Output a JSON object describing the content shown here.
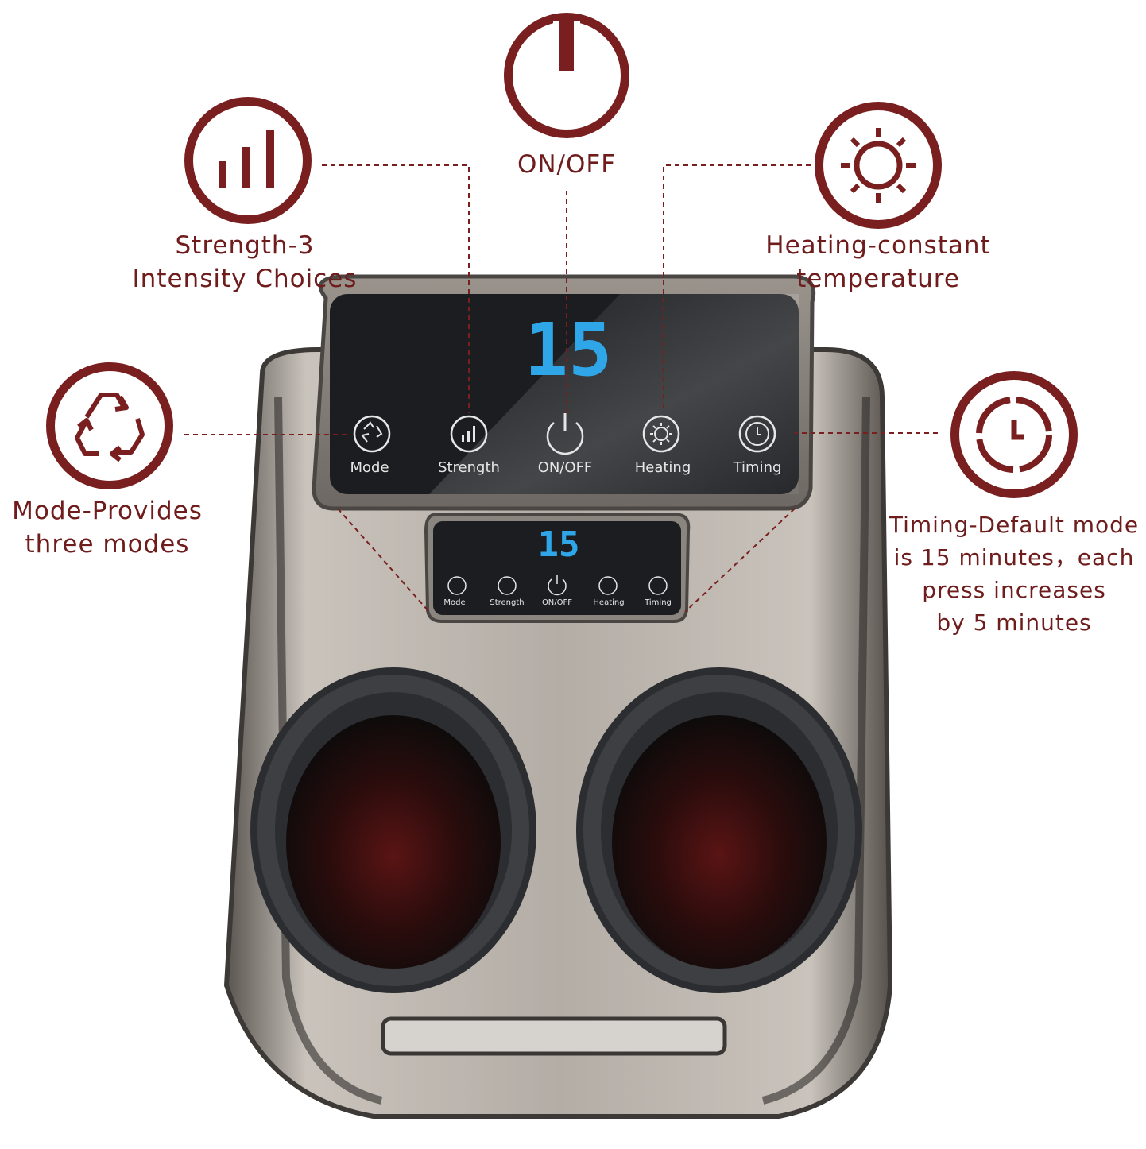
{
  "colors": {
    "accent": "#7a1f1f",
    "digits": "#2fa6e8",
    "panel": "#1b1d20",
    "body": "#b8b2ab"
  },
  "features": {
    "power": {
      "icon": "power-icon",
      "label": "ON/OFF"
    },
    "strength": {
      "icon": "bars-icon",
      "label_line1": "Strength-3",
      "label_line2": "Intensity Choices"
    },
    "heating": {
      "icon": "sun-icon",
      "label_line1": "Heating-constant",
      "label_line2": "temperature"
    },
    "mode": {
      "icon": "recycle-icon",
      "label_line1": "Mode-Provides",
      "label_line2": "three modes"
    },
    "timing": {
      "icon": "clock-icon",
      "label_line1": "Timing-Default mode",
      "label_line2": "is 15 minutes，each",
      "label_line3": "press increases",
      "label_line4": "by 5 minutes"
    }
  },
  "panel": {
    "display": "15",
    "buttons": [
      {
        "label": "Mode",
        "icon": "recycle-icon"
      },
      {
        "label": "Strength",
        "icon": "bars-icon"
      },
      {
        "label": "ON/OFF",
        "icon": "power-icon"
      },
      {
        "label": "Heating",
        "icon": "sun-icon"
      },
      {
        "label": "Timing",
        "icon": "clock-icon"
      }
    ]
  },
  "small_panel": {
    "display": "15",
    "buttons": [
      {
        "label": "Mode"
      },
      {
        "label": "Strength"
      },
      {
        "label": "ON/OFF"
      },
      {
        "label": "Heating"
      },
      {
        "label": "Timing"
      }
    ]
  }
}
